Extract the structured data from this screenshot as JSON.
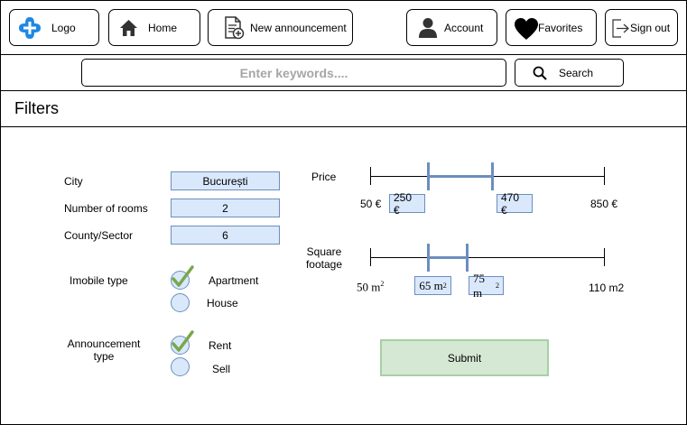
{
  "nav": {
    "logo": "Logo",
    "home": "Home",
    "new_announcement": "New announcement",
    "account": "Account",
    "favorites": "Favorites",
    "sign_out": "Sign out"
  },
  "search": {
    "placeholder": "Enter keywords....",
    "button": "Search"
  },
  "filters": {
    "title": "Filters",
    "city": {
      "label": "City",
      "value": "București"
    },
    "rooms": {
      "label": "Number of rooms",
      "value": "2"
    },
    "county": {
      "label": "County/Sector",
      "value": "6"
    },
    "imobile_type": {
      "label": "Imobile type",
      "options": [
        {
          "label": "Apartment",
          "checked": true
        },
        {
          "label": "House",
          "checked": false
        }
      ]
    },
    "announcement_type": {
      "label_line1": "Announcement",
      "label_line2": "type",
      "options": [
        {
          "label": "Rent",
          "checked": true
        },
        {
          "label": "Sell",
          "checked": false
        }
      ]
    },
    "price": {
      "label": "Price",
      "min_label": "50 €",
      "max_label": "850 €",
      "low_label": "250 €",
      "high_label": "470 €",
      "min": 50,
      "max": 850,
      "low": 250,
      "high": 470
    },
    "area": {
      "label_line1": "Square",
      "label_line2": "footage",
      "min_num": "50 m",
      "low_num": "65 m",
      "high_num": "75 m",
      "sup": "2",
      "max_label": "110 m2",
      "min": 50,
      "max": 110,
      "low": 65,
      "high": 75
    },
    "submit": "Submit"
  },
  "colors": {
    "field_fill": "#dae8fc",
    "field_border": "#6c8ebf",
    "submit_fill": "#d5e8d4",
    "check_green": "#77a84a",
    "logo_blue": "#1e88e5"
  }
}
